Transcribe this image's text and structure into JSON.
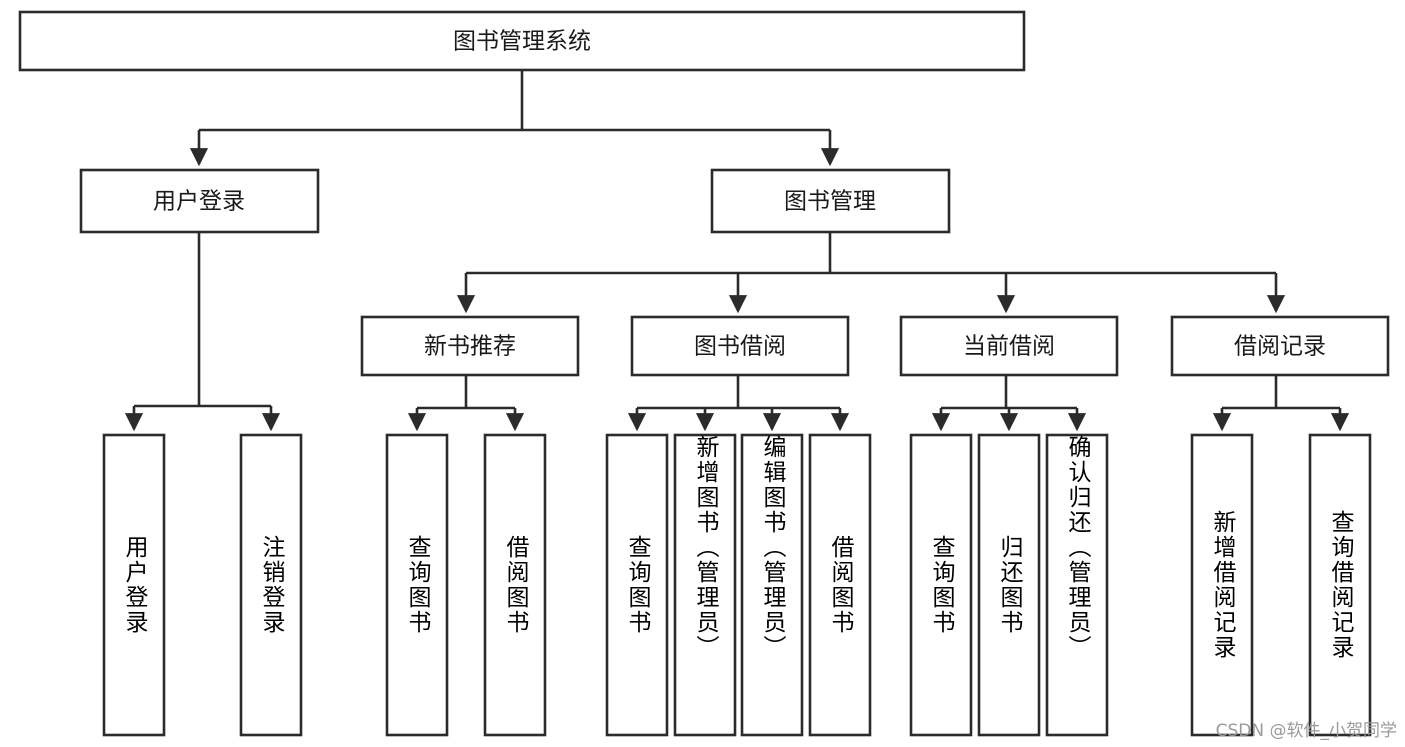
{
  "diagram": {
    "type": "tree",
    "title": "图书管理系统",
    "orientation": "top-down",
    "root": {
      "id": "root",
      "label": "图书管理系统"
    },
    "level2": [
      {
        "id": "user-login",
        "label": "用户登录"
      },
      {
        "id": "book-management",
        "label": "图书管理"
      }
    ],
    "level3": [
      {
        "id": "new-book-recommend",
        "label": "新书推荐",
        "parent": "book-management"
      },
      {
        "id": "book-borrow",
        "label": "图书借阅",
        "parent": "book-management"
      },
      {
        "id": "current-borrow",
        "label": "当前借阅",
        "parent": "book-management"
      },
      {
        "id": "borrow-record",
        "label": "借阅记录",
        "parent": "book-management"
      }
    ],
    "leaves": {
      "user-login": [
        {
          "id": "leaf-user-login",
          "label": "用户登录"
        },
        {
          "id": "leaf-logout-login",
          "label": "注销登录"
        }
      ],
      "new-book-recommend": [
        {
          "id": "leaf-query-book-1",
          "label": "查询图书"
        },
        {
          "id": "leaf-borrow-book-1",
          "label": "借阅图书"
        }
      ],
      "book-borrow": [
        {
          "id": "leaf-query-book-2",
          "label": "查询图书"
        },
        {
          "id": "leaf-add-book",
          "label": "新增图书（管理员）"
        },
        {
          "id": "leaf-edit-book",
          "label": "编辑图书（管理员）"
        },
        {
          "id": "leaf-borrow-book-2",
          "label": "借阅图书"
        }
      ],
      "current-borrow": [
        {
          "id": "leaf-query-book-3",
          "label": "查询图书"
        },
        {
          "id": "leaf-return-book",
          "label": "归还图书"
        },
        {
          "id": "leaf-confirm-return",
          "label": "确认归还（管理员）"
        }
      ],
      "borrow-record": [
        {
          "id": "leaf-add-record",
          "label": "新增借阅记录"
        },
        {
          "id": "leaf-query-record",
          "label": "查询借阅记录"
        }
      ]
    },
    "colors": {
      "stroke": "#2b2b2b",
      "fill": "#ffffff",
      "text": "#1a1a1a",
      "watermark": "#9a9a9a",
      "background": "#ffffff"
    }
  },
  "watermark": {
    "text": "CSDN @软件_小贺同学"
  }
}
